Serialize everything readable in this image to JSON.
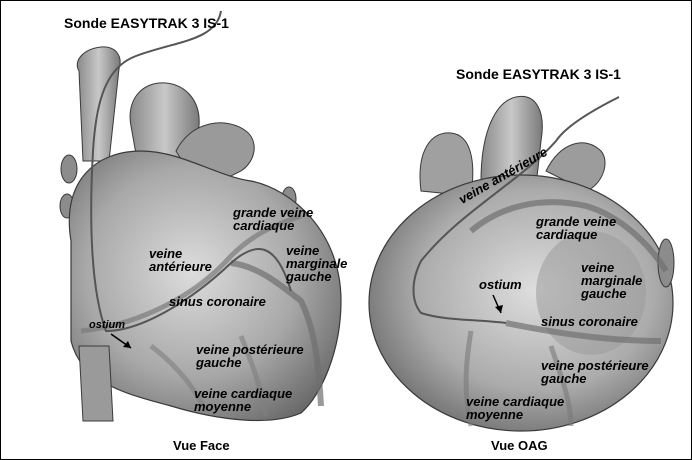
{
  "titles": {
    "probe_left": "Sonde EASYTRAK 3 IS-1",
    "probe_right": "Sonde EASYTRAK 3 IS-1"
  },
  "views": {
    "left": "Vue Face",
    "right": "Vue OAG"
  },
  "left_labels": {
    "grande_veine": "grande veine\ncardiaque",
    "veine_anterieure": "veine\nantérieure",
    "veine_marginale": "veine\nmarginale\ngauche",
    "sinus": "sinus coronaire",
    "ostium": "ostium",
    "veine_posterieure": "veine postérieure\ngauche",
    "veine_moyenne": "veine cardiaque\nmoyenne"
  },
  "right_labels": {
    "veine_anterieure": "veine antérieure",
    "grande_veine": "grande veine\ncardiaque",
    "veine_marginale": "veine\nmarginale\ngauche",
    "ostium": "ostium",
    "sinus": "sinus coronaire",
    "veine_posterieure": "veine postérieure\ngauche",
    "veine_moyenne": "veine cardiaque\nmoyenne"
  },
  "colors": {
    "tissue_light": "#d4d4d4",
    "tissue_mid": "#a9a9a9",
    "tissue_dark": "#6e6e6e",
    "vessel": "#7a7a7a",
    "outline": "#3a3a3a"
  }
}
